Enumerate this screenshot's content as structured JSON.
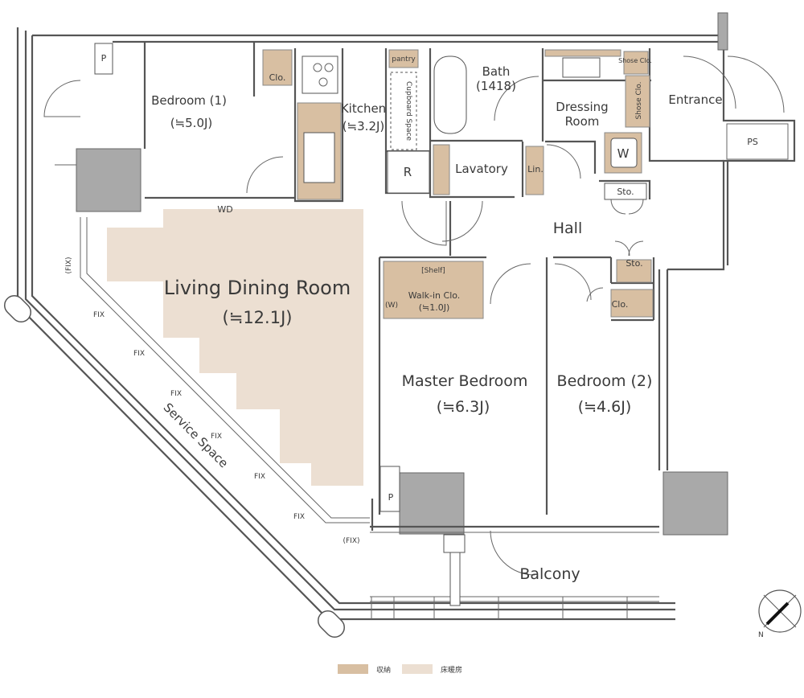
{
  "rooms": {
    "bedroom1": {
      "name": "Bedroom (1)",
      "size": "(≒5.0J)"
    },
    "kitchen": {
      "name": "Kitchen",
      "size": "(≒3.2J)"
    },
    "bath": {
      "name": "Bath",
      "size": "(1418)"
    },
    "dressing": {
      "name": "Dressing",
      "name2": "Room"
    },
    "entrance": {
      "name": "Entrance"
    },
    "hall": {
      "name": "Hall"
    },
    "lavatory": {
      "name": "Lavatory"
    },
    "living": {
      "name": "Living Dining Room",
      "size": "(≒12.1J)"
    },
    "master": {
      "name": "Master Bedroom",
      "size": "(≒6.3J)"
    },
    "bedroom2": {
      "name": "Bedroom (2)",
      "size": "(≒4.6J)"
    },
    "balcony": {
      "name": "Balcony"
    },
    "service": {
      "name": "Service Space"
    }
  },
  "small_labels": {
    "p": "P",
    "clo": "Clo.",
    "pantry": "pantry",
    "cupboard": "Cupboard Space",
    "r": "R",
    "lin": "Lin.",
    "shoe_clo_small": "Shose Clo.",
    "shoe_clo": "Shose Clo.",
    "w": "W",
    "sto": "Sto.",
    "ps": "PS",
    "wd": "WD",
    "shelf": "[Shelf]",
    "walkin": "Walk-in Clo.",
    "walkin_size": "(≒1.0J)",
    "w_paren": "(W)",
    "fix": "FIX",
    "fix_paren": "(FIX)"
  },
  "legend": [
    {
      "label": "収納",
      "color": "#d8bfa2"
    },
    {
      "label": "床暖房",
      "color": "#ecdfd2"
    }
  ],
  "compass": {
    "label": "N"
  }
}
